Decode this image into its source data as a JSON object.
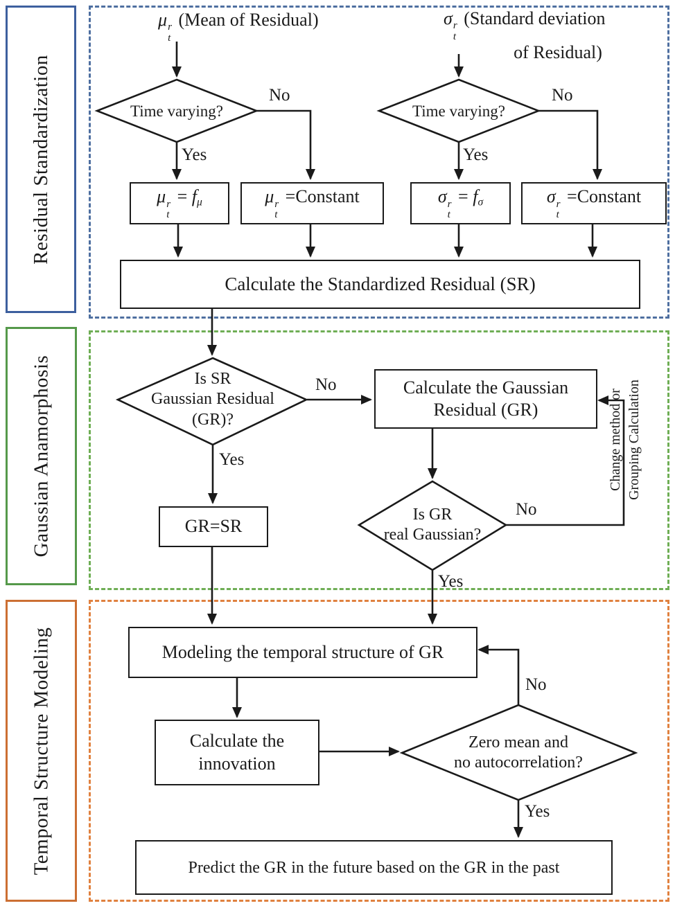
{
  "figure": {
    "type": "flowchart",
    "colors": {
      "section1_border": "#3d5f9e",
      "section1_dash": "#4e6fa0",
      "section2_border": "#55994a",
      "section2_dash": "#6fae55",
      "section3_border": "#cc6f33",
      "section3_dash": "#e0813f",
      "line_color": "#1a1a1a"
    }
  },
  "sections": [
    {
      "label": "Residual Standardization"
    },
    {
      "label": "Gaussian Anamorphosis"
    },
    {
      "label": "Temporal Structure Modeling"
    }
  ],
  "inputs": {
    "mu": {
      "base": "μ",
      "sup": "r",
      "sub": "t",
      "desc": " (Mean of Residual)"
    },
    "sigma": {
      "base": "σ",
      "sup": "r",
      "sub": "t",
      "desc": " (Standard deviation",
      "desc2": "of Residual)"
    }
  },
  "decisions": {
    "time_varying_mu": "Time varying?",
    "time_varying_sigma": "Time varying?",
    "is_sr_gr": {
      "line1": "Is SR",
      "line2": "Gaussian Residual",
      "line3": "(GR)?"
    },
    "is_gr_real": {
      "line1": "Is GR",
      "line2": "real Gaussian?"
    },
    "zero_mean": {
      "line1": "Zero mean and",
      "line2": "no autocorrelation?"
    }
  },
  "processes": {
    "mu_f": {
      "base": "μ",
      "sup": "r",
      "sub": "t",
      "eq": " = ",
      "f": "f",
      "fsub": "μ"
    },
    "mu_const": {
      "base": "μ",
      "sup": "r",
      "sub": "t",
      "eq": " =",
      "rest": "Constant"
    },
    "sigma_f": {
      "base": "σ",
      "sup": "r",
      "sub": "t",
      "eq": " = ",
      "f": "f",
      "fsub": "σ"
    },
    "sigma_const": {
      "base": "σ",
      "sup": "r",
      "sub": "t",
      "eq": " =",
      "rest": "Constant"
    },
    "calc_sr": "Calculate the Standardized Residual (SR)",
    "calc_gr": {
      "line1": "Calculate the Gaussian",
      "line2": "Residual (GR)"
    },
    "gr_eq_sr": "GR=SR",
    "modeling": "Modeling the temporal structure of GR",
    "innovation": {
      "line1": "Calculate the",
      "line2": "innovation"
    },
    "predict": "Predict the GR in the future based on the GR in the past"
  },
  "edge_labels": {
    "yes": "Yes",
    "no": "No"
  },
  "feedback_label": {
    "line1": "Change method or",
    "line2": "Grouping Calculation"
  }
}
